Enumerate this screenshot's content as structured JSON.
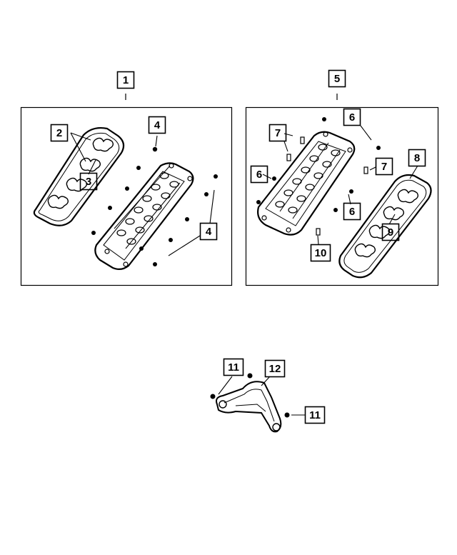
{
  "callouts": {
    "c1": "1",
    "c2": "2",
    "c3": "3",
    "c4a": "4",
    "c4b": "4",
    "c5": "5",
    "c6a": "6",
    "c6b": "6",
    "c6c": "6",
    "c7a": "7",
    "c7b": "7",
    "c8": "8",
    "c9": "9",
    "c10": "10",
    "c11a": "11",
    "c11b": "11",
    "c12": "12"
  }
}
